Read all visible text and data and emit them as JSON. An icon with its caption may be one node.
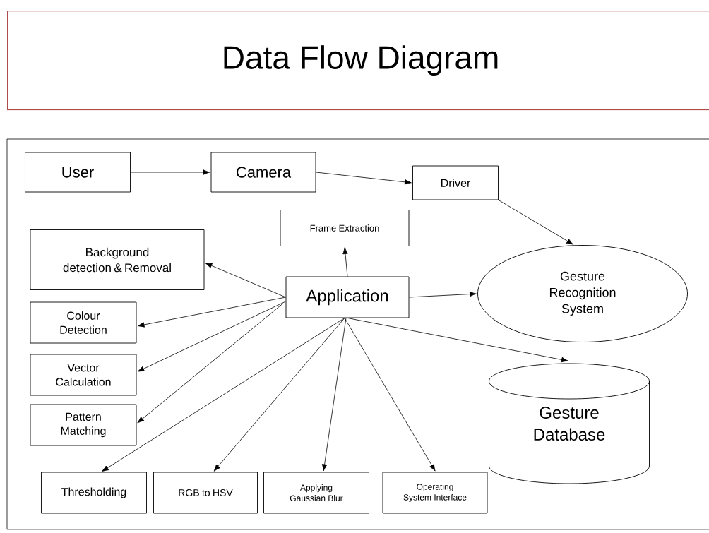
{
  "diagram": {
    "title": "Data Flow Diagram",
    "nodes": [
      {
        "text": [
          "User"
        ]
      },
      {
        "text": [
          "Camera"
        ]
      },
      {
        "text": [
          "Driver"
        ]
      },
      {
        "text": [
          "Frame Extraction"
        ]
      },
      {
        "text": [
          "Background detection & Removal"
        ]
      },
      {
        "text": [
          "Application"
        ]
      },
      {
        "text": [
          "Gesture Recognition System"
        ]
      },
      {
        "text": [
          "Colour Detection"
        ]
      },
      {
        "text": [
          "Vector Calculation"
        ]
      },
      {
        "text": [
          "Pattern Matching"
        ]
      },
      {
        "text": [
          "Gesture Database"
        ]
      },
      {
        "text": [
          "Thresholding"
        ]
      },
      {
        "text": [
          "RGB to HSV"
        ]
      },
      {
        "text": [
          "Applying Gaussian Blur"
        ]
      },
      {
        "text": [
          "Operating System Interface"
        ]
      }
    ],
    "edges": [
      {
        "from": 0,
        "to": 1,
        "arrow": "to"
      },
      {
        "from": 1,
        "to": 2,
        "arrow": "to"
      },
      {
        "from": 2,
        "to": 6,
        "arrow": "to"
      },
      {
        "from": 5,
        "to": 3,
        "arrow": "to"
      },
      {
        "from": 5,
        "to": 4,
        "arrow": "to"
      },
      {
        "from": 5,
        "to": 6,
        "arrow": "to"
      },
      {
        "from": 5,
        "to": 7,
        "arrow": "to"
      },
      {
        "from": 5,
        "to": 8,
        "arrow": "to"
      },
      {
        "from": 5,
        "to": 9,
        "arrow": "to"
      },
      {
        "from": 5,
        "to": 10,
        "arrow": "to"
      },
      {
        "from": 5,
        "to": 11,
        "arrow": "to"
      },
      {
        "from": 5,
        "to": 12,
        "arrow": "to"
      },
      {
        "from": 5,
        "to": 13,
        "arrow": "to"
      },
      {
        "from": 5,
        "to": 14,
        "arrow": "to"
      }
    ]
  }
}
